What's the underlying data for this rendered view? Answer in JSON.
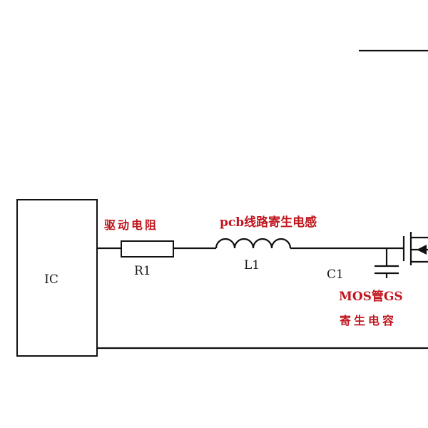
{
  "diagram": {
    "ic_label": "IC",
    "r1_label": "R1",
    "l1_label": "L1",
    "c1_label": "C1",
    "drive_resistor_label": "驱动电阻",
    "pcb_inductance_label": "pcb线路寄生电感",
    "mos_gs_label": "MOS管GS",
    "parasitic_cap_label": "寄生电容"
  }
}
